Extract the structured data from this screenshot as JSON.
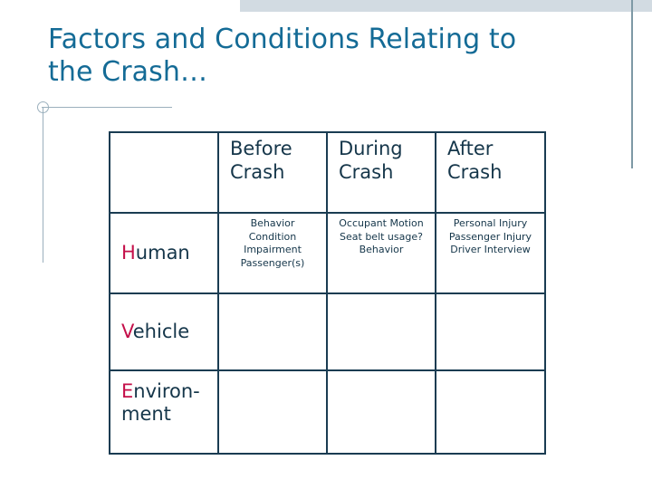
{
  "slide": {
    "title": "Factors and Conditions Relating to\nthe Crash…",
    "background_color": "#ffffff",
    "accent_color": "#146b96",
    "rule_color": "#9bb0bd",
    "band_color": "#c3cfd8",
    "table_border_color": "#1a3c52",
    "text_color": "#15364a",
    "highlight_color": "#c4104a"
  },
  "table": {
    "corner_header": "",
    "column_headers": [
      "Before\nCrash",
      "During\nCrash",
      "After\nCrash"
    ],
    "rows": [
      {
        "label_initial": "H",
        "label_rest": "uman",
        "label_full": "Human",
        "cells": [
          "Behavior\nCondition\nImpairment\nPassenger(s)",
          "Occupant Motion\nSeat belt usage?\nBehavior",
          "Personal Injury\nPassenger Injury\nDriver Interview"
        ]
      },
      {
        "label_initial": "V",
        "label_rest": "ehicle",
        "label_full": "Vehicle",
        "cells": [
          "",
          "",
          ""
        ]
      },
      {
        "label_initial": "E",
        "label_rest": "nviron-\nment",
        "label_full": "Environ-ment",
        "cells": [
          "",
          "",
          ""
        ]
      }
    ]
  }
}
